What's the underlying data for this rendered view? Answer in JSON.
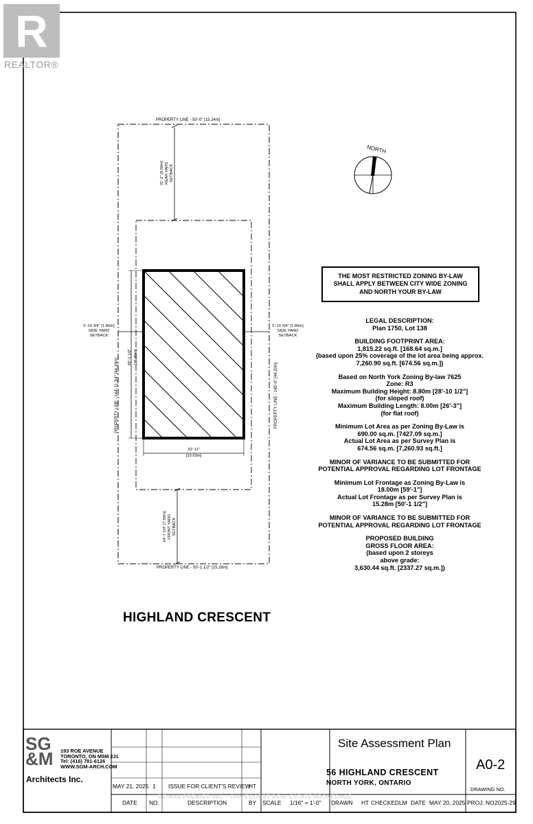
{
  "watermark": {
    "logo_letter": "R",
    "logo_text": "REALTOR®"
  },
  "site_plan": {
    "north_label": "NORTH",
    "property_line_top": "PROPERTY LINE - 50'-0\" [15.24m]",
    "property_line_bottom": "PROPERTY LINE - 50'-1 1/2\" [15.28m]",
    "property_line_left": "PROPERTY LINE - 144'-11 3/4\" [44.19m]",
    "property_line_right": "PROPERTY LINE - 145'-0\" [44.20m]",
    "rear_setback": [
      "31'-2\" [9.50m]",
      "REAR YARD",
      "SETBACK"
    ],
    "front_setback": [
      "24'-7 1/4\" [7.50m]",
      "FRONT YARD",
      "SETBACK"
    ],
    "side_left": [
      "5'-10 3/4\" [1.80m]",
      "SIDE YARD",
      "SETBACK"
    ],
    "side_right": [
      "5'-10 3/4\" [1.80m]",
      "SIDE YARD",
      "SETBACK"
    ],
    "building_width": [
      "32'-11\"",
      "[10.03m]"
    ],
    "building_depth": [
      "55'-1 1/2\"",
      "[16.80m]"
    ],
    "street_name": "HIGHLAND CRESCENT"
  },
  "notes": {
    "zoning_box": [
      "THE MOST RESTRICTED ZONING BY-LAW",
      "SHALL APPLY BETWEEN CITY WIDE ZONING",
      "AND NORTH YOUR BY-LAW"
    ],
    "paragraphs": [
      [
        "LEGAL DESCRIPTION:",
        "Plan 1750, Lot 138"
      ],
      [
        "BUILDING FOOTPRINT AREA:",
        "1,815.22 sq.ft. [168.64 sq.m.]",
        "(based upon 25% coverage of the lot area being approx.",
        "7,260.90 sq.ft. [674.56 sq.m.])"
      ],
      [
        "Based on North York Zoning By-law 7625",
        "Zone: R3",
        "Maximum Building Height:  8.80m [28'-10 1/2\"]",
        "(for sloped roof)",
        "Maximum Building Length: 8.00m [26'-3\"]",
        "(for flat roof)"
      ],
      [
        "Minimum Lot Area as per Zoning By-Law is",
        "690.00 sq.m. [7427.09 sq.m.]",
        "Actual Lot Area as per Survey Plan is",
        "674.56 sq.m. [7,260.93 sq.ft.]"
      ],
      [
        "MINOR OF VARIANCE TO BE SUBMITTED FOR",
        "POTENTIAL APPROVAL REGARDING LOT FRONTAGE"
      ],
      [
        "Minimum Lot Frontage as Zoning By-Law is",
        "18.00m [59'-1\"]",
        "Actual Lot Frontage as per Survey Plan is",
        "15.28m [50'-1 1/2\"]"
      ],
      [
        "MINOR OF VARIANCE TO BE SUBMITTED FOR",
        "POTENTIAL APPROVAL REGARDING LOT FRONTAGE"
      ],
      [
        "PROPOSED BUILDING",
        "GROSS FLOOR AREA:",
        "(based upon 2 storeys",
        "above grade:",
        "3,630.44 sq.ft. [2337.27 sq.m.])"
      ]
    ]
  },
  "title_block": {
    "firm_logo": [
      "SG",
      "&M"
    ],
    "firm_address": [
      "193 ROE AVENUE",
      "TORONTO, ON M5M 2J1",
      "Tel: (416) 781-6126",
      "WWW.SGM-ARCH.COM"
    ],
    "firm_name": "Architects Inc.",
    "revision": {
      "date": "MAY 21, 2025",
      "no": "1",
      "description": "ISSUE FOR CLIENT'S REVIEW",
      "by": "HT"
    },
    "headers": {
      "date": "DATE",
      "no": "NO.",
      "description": "DESCRIPTION",
      "by": "BY"
    },
    "scale_label": "SCALE",
    "scale_value": "1/16\" = 1'-0\"",
    "drawn_label": "DRAWN",
    "drawn_value": "HT",
    "checked_label": "CHECKED",
    "checked_value": "LM",
    "date_label": "DATE",
    "date_value": "MAY 20, 2025",
    "proj_label": "PROJ. NO.",
    "proj_value": "2025-29",
    "plan_title": "Site Assessment Plan",
    "address_line1": "56 HIGHLAND CRESCENT",
    "address_line2": "NORTH YORK, ONTARIO",
    "drawing_number": "A0-2",
    "drawing_label": "DRAWING NO.",
    "watermark_text": "RE/MAX PREMIER INC. - DAN EGGERT REAL ESTATE BROKERAGE"
  }
}
